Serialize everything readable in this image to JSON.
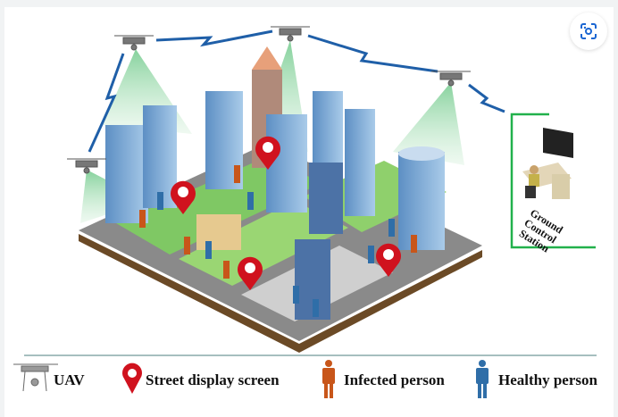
{
  "diagram": {
    "ground_station_label": [
      "Ground",
      "Control",
      "Station"
    ],
    "legend": [
      {
        "icon": "uav-icon",
        "label": "UAV"
      },
      {
        "icon": "map-pin-icon",
        "label": "Street display screen"
      },
      {
        "icon": "person-icon",
        "label": "Infected person",
        "color": "#c8561a"
      },
      {
        "icon": "person-icon",
        "label": "Healthy person",
        "color": "#2f6ea8"
      }
    ],
    "colors": {
      "signal": "#1f5fa8",
      "coverage": "#8fd39a",
      "station_border": "#22b14c",
      "pin": "#d0121e"
    }
  },
  "toolbar": {
    "lens_icon": "google-lens-icon"
  }
}
